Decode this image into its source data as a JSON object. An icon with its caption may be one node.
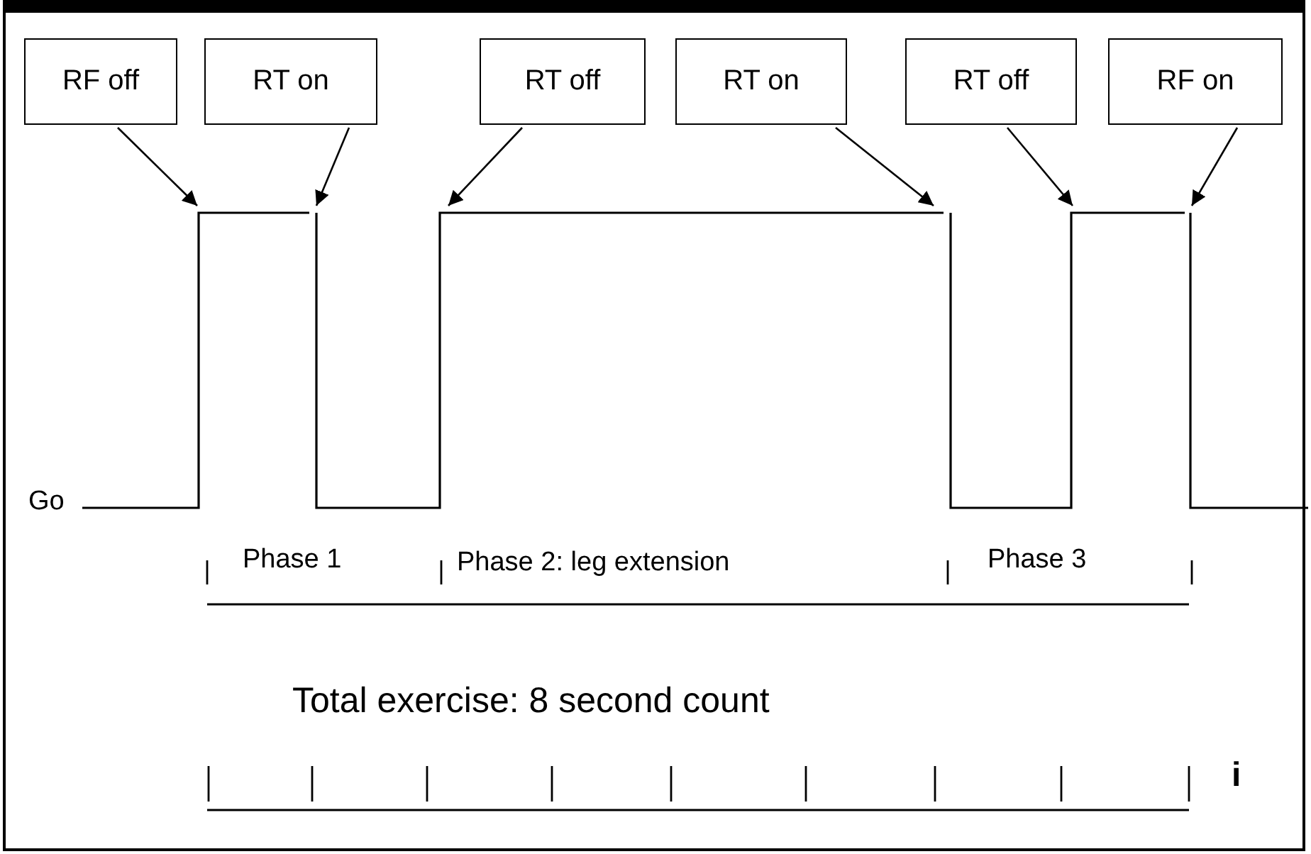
{
  "diagram": {
    "nodes": [
      {
        "text": [
          "RF off"
        ]
      },
      {
        "text": [
          "RT on"
        ]
      },
      {
        "text": [
          "RT off"
        ]
      },
      {
        "text": [
          "RT on"
        ]
      },
      {
        "text": [
          "RT off"
        ]
      },
      {
        "text": [
          "RF on"
        ]
      }
    ],
    "edges": [
      {
        "from": 0,
        "to": null,
        "arrow": "to"
      },
      {
        "from": 1,
        "to": null,
        "arrow": "to"
      },
      {
        "from": 2,
        "to": null,
        "arrow": "to"
      },
      {
        "from": 3,
        "to": null,
        "arrow": "to"
      },
      {
        "from": 4,
        "to": null,
        "arrow": "to"
      },
      {
        "from": 5,
        "to": null,
        "arrow": "to"
      }
    ],
    "labels": [
      "Go",
      "Phase 1",
      "Phase 2: leg extension",
      "Phase 3",
      "Total exercise: 8 second count",
      "i"
    ]
  }
}
